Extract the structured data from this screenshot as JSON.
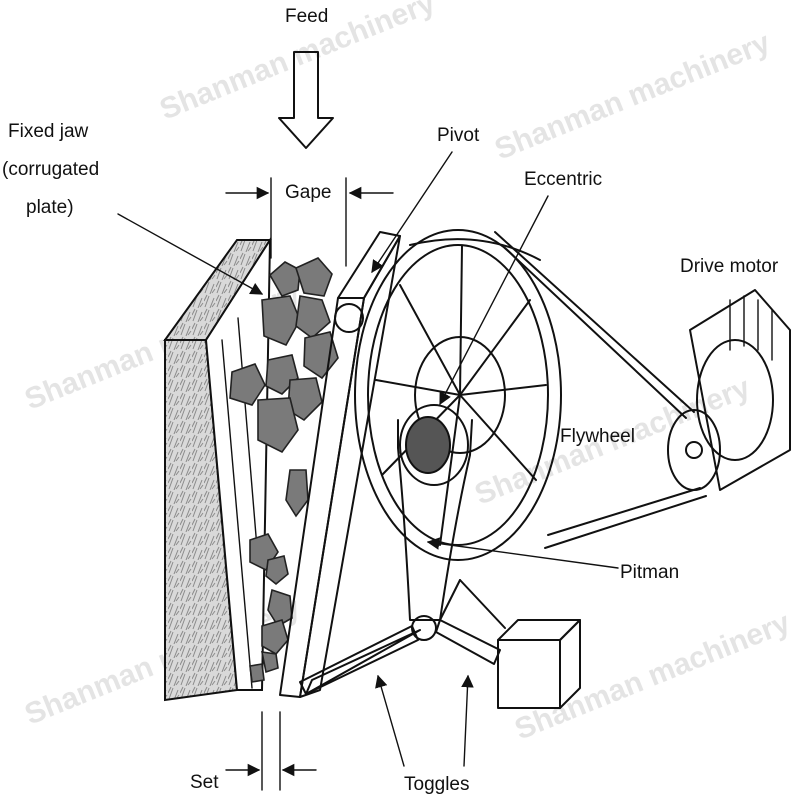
{
  "labels": {
    "feed": "Feed",
    "fixed_jaw_line1": "Fixed jaw",
    "fixed_jaw_line2": "(corrugated",
    "fixed_jaw_line3": "plate)",
    "gape": "Gape",
    "pivot": "Pivot",
    "eccentric": "Eccentric",
    "drive_motor": "Drive motor",
    "flywheel": "Flywheel",
    "pitman": "Pitman",
    "set": "Set",
    "toggles": "Toggles"
  },
  "watermark": {
    "text": "Shanman machinery"
  },
  "colors": {
    "line": "#111111",
    "rock": "#7a7a7a",
    "hatch": "#9a9a9a",
    "eccentric_fill": "#555555",
    "watermark": "#cfcfcf"
  }
}
